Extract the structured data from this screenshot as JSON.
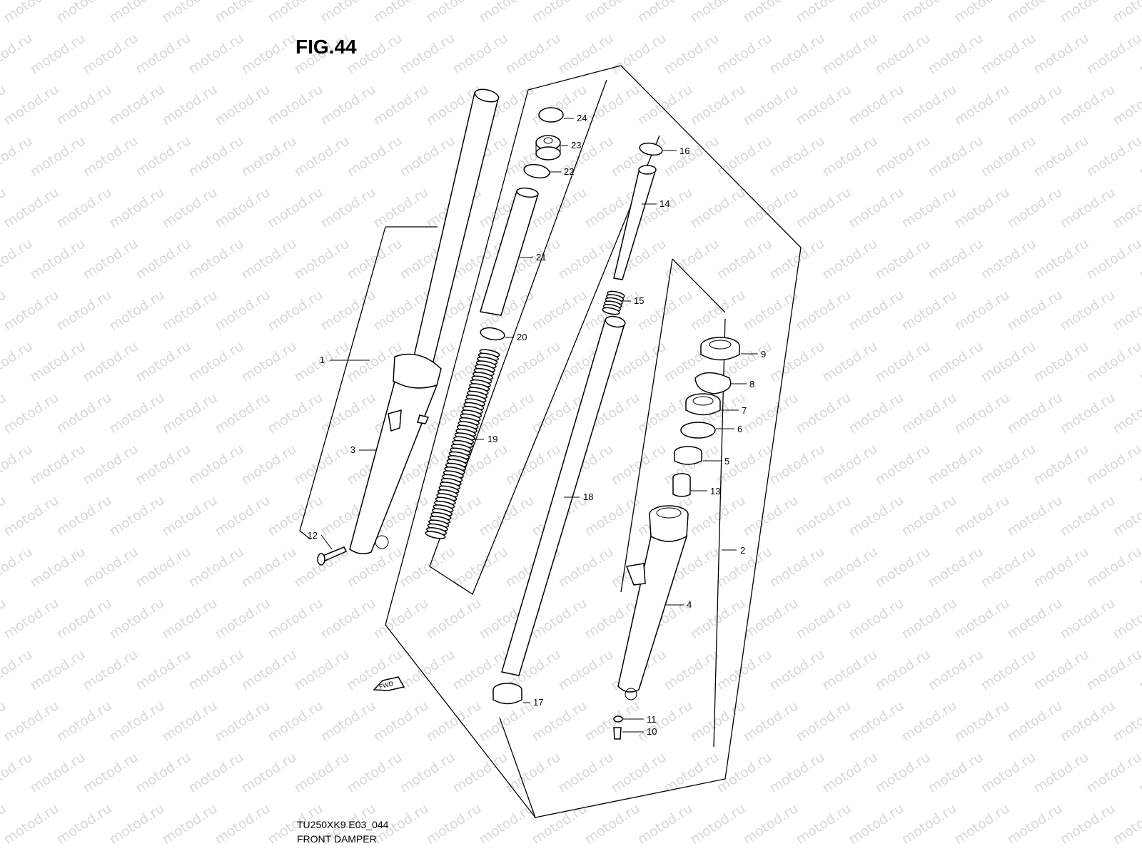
{
  "figure": {
    "title": "FIG.44",
    "model_code": "TU250XK9 E03_044",
    "caption": "FRONT DAMPER"
  },
  "watermark": "motod.ru",
  "fwd_label": "FWD",
  "parts": [
    {
      "num": "1"
    },
    {
      "num": "2"
    },
    {
      "num": "3"
    },
    {
      "num": "4"
    },
    {
      "num": "5"
    },
    {
      "num": "6"
    },
    {
      "num": "7"
    },
    {
      "num": "8"
    },
    {
      "num": "9"
    },
    {
      "num": "10"
    },
    {
      "num": "11"
    },
    {
      "num": "12"
    },
    {
      "num": "13"
    },
    {
      "num": "14"
    },
    {
      "num": "15"
    },
    {
      "num": "16"
    },
    {
      "num": "17"
    },
    {
      "num": "18"
    },
    {
      "num": "19"
    },
    {
      "num": "20"
    },
    {
      "num": "21"
    },
    {
      "num": "22"
    },
    {
      "num": "23"
    },
    {
      "num": "24"
    }
  ]
}
